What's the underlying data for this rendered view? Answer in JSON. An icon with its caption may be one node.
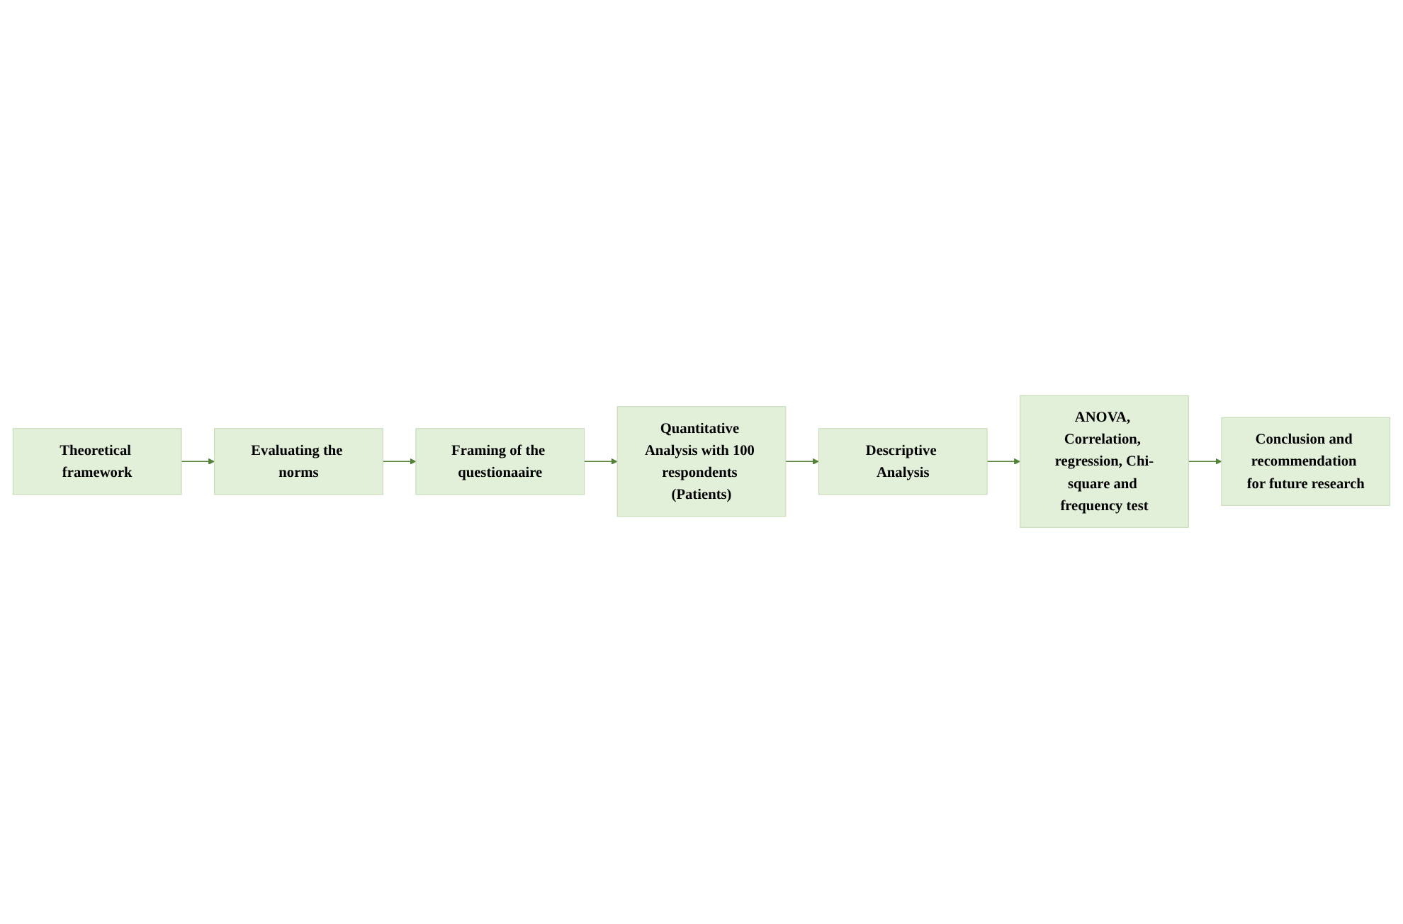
{
  "diagram": {
    "nodes": [
      {
        "text": [
          "Theoretical framework"
        ]
      },
      {
        "text": [
          "Evaluating the norms"
        ]
      },
      {
        "text": [
          "Framing of the questionaaire"
        ]
      },
      {
        "text": [
          "Quantitative Analysis with 100 respondents (Patients)"
        ]
      },
      {
        "text": [
          "Descriptive Analysis"
        ]
      },
      {
        "text": [
          "ANOVA, Correlation, regression, Chi-square and frequency test"
        ]
      },
      {
        "text": [
          "Conclusion and recommendation for future research"
        ]
      }
    ],
    "edges": [
      {
        "from": 0,
        "to": 1,
        "arrow": "to"
      },
      {
        "from": 1,
        "to": 2,
        "arrow": "to"
      },
      {
        "from": 2,
        "to": 3,
        "arrow": "to"
      },
      {
        "from": 3,
        "to": 4,
        "arrow": "to"
      },
      {
        "from": 4,
        "to": 5,
        "arrow": "to"
      },
      {
        "from": 5,
        "to": 6,
        "arrow": "to"
      }
    ]
  }
}
